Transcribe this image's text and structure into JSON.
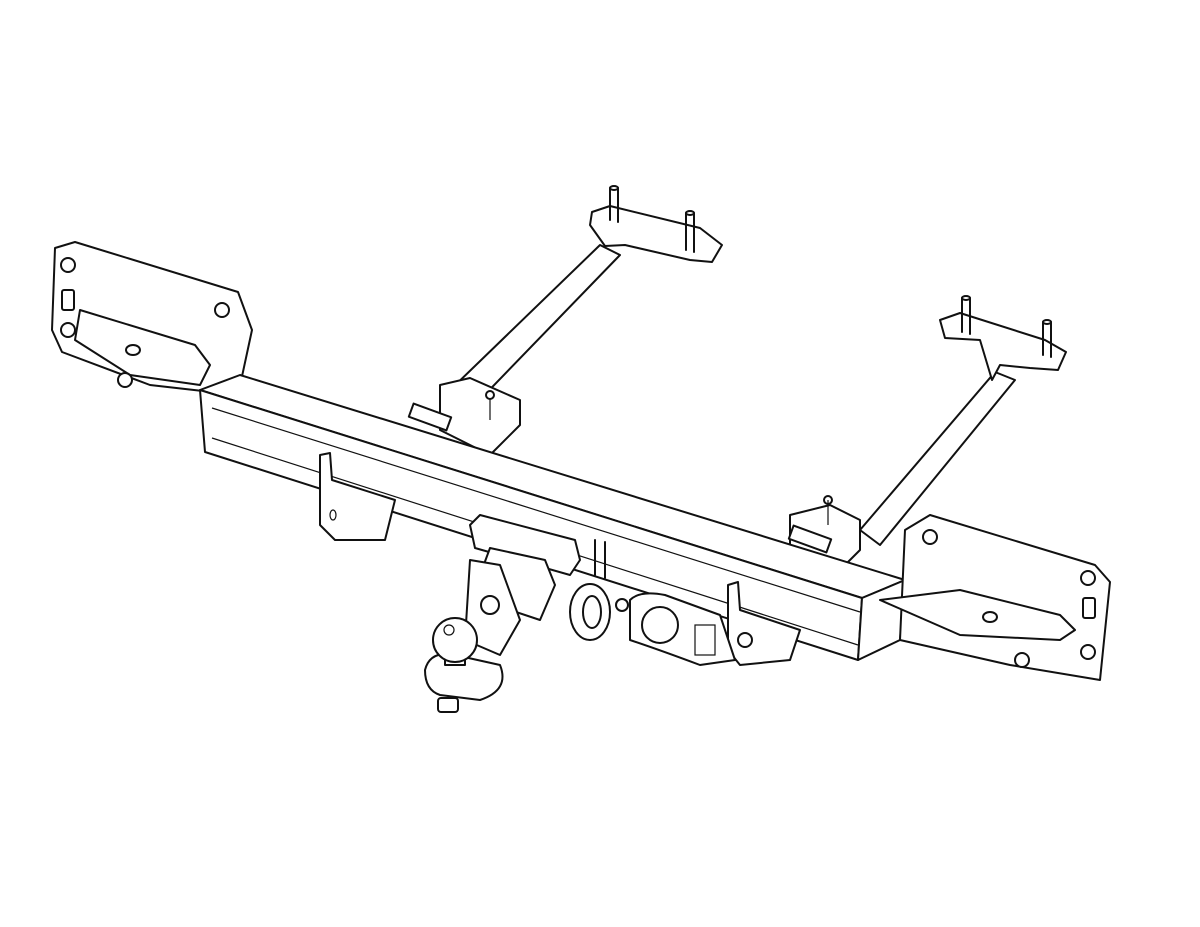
{
  "drawing": {
    "colors": {
      "line": "#111111",
      "background": "#ffffff"
    },
    "parts": [
      "left-mounting-plate",
      "right-mounting-plate",
      "cross-beam",
      "left-arm",
      "right-arm",
      "left-top-plate",
      "right-top-plate",
      "tow-ball",
      "towing-eye",
      "electrical-socket-plate",
      "receiver-housing"
    ]
  }
}
